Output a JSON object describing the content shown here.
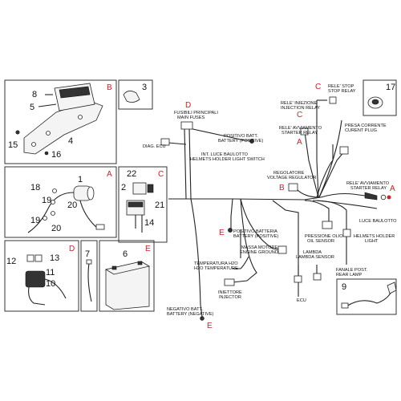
{
  "panel_letters": {
    "B": "B",
    "A": "A",
    "C": "C",
    "D": "D",
    "E": "E"
  },
  "part_numbers": {
    "n1": "1",
    "n2": "2",
    "n3": "3",
    "n4": "4",
    "n5": "5",
    "n6": "6",
    "n7": "7",
    "n8": "8",
    "n9": "9",
    "n10": "10",
    "n11": "11",
    "n12": "12",
    "n13": "13",
    "n14": "14",
    "n15": "15",
    "n16": "16",
    "n17": "17",
    "n18": "18",
    "n19a": "19",
    "n19b": "19",
    "n20a": "20",
    "n20b": "20",
    "n21": "21",
    "n22": "22"
  },
  "labels": {
    "fuses_it": "FUSIBILI PRINCIPALI",
    "fuses_en": "MAIN FUSES",
    "diag": "DIAG. ECU",
    "pos_batt_it": "POSITIVO BATT.",
    "pos_batt_en": "BATTERY (POSITIVE)",
    "helmet_switch_it": "INT. LUCE BAULOTTO",
    "helmet_switch_en": "HELMETS HOLDER LIGHT SWITCH",
    "stop_relay_it": "RELE' STOP",
    "stop_relay_en": "STOP RELAY",
    "inj_relay_it": "RELE' INIEZIONE",
    "inj_relay_en": "INJECTION RELAY",
    "starter_relay_it": "RELE' AVVIAMENTO",
    "starter_relay_en": "STARTER RELAY",
    "current_plug_it": "PRESA CORRENTE",
    "current_plug_en": "CURENT PLUG",
    "regulator_it": "REGOLATORE",
    "regulator_en": "VOLTAGE REGULATOR",
    "starter_relay2_it": "RELE' AVVIAMENTO",
    "starter_relay2_en": "STARTER RELAY",
    "pos_batt2_it": "POSITIVO BATTERIA",
    "pos_batt2_en": "BATTERY (POSITIVE)",
    "ground_it": "MASSA MOTORE",
    "ground_en": "ENGINE GROUND",
    "oil_it": "PRESSIONE OLIO",
    "oil_en": "OIL SENSOR",
    "helmet_light_it": "LUCE BAULOTTO",
    "helmet_light_en1": "HELMETS HOLDER",
    "helmet_light_en2": "LIGHT",
    "temp_it": "TEMPERATURA H2O",
    "temp_en": "H2O TEMPERATURE",
    "lambda_it": "LAMBDA",
    "lambda_en": "LAMBDA SENSOR",
    "injector_it": "INIETTORE",
    "injector_en": "INJECTOR",
    "ecu": "ECU",
    "rear_lamp_it": "FANALE POST.",
    "rear_lamp_en": "REAR LAMP",
    "neg_batt_it": "NEGATIVO BATT.",
    "neg_batt_en": "BATTERY (NEGATIVE)"
  },
  "colors": {
    "red": "#c8242b",
    "line": "#222222",
    "box": "#333333"
  }
}
